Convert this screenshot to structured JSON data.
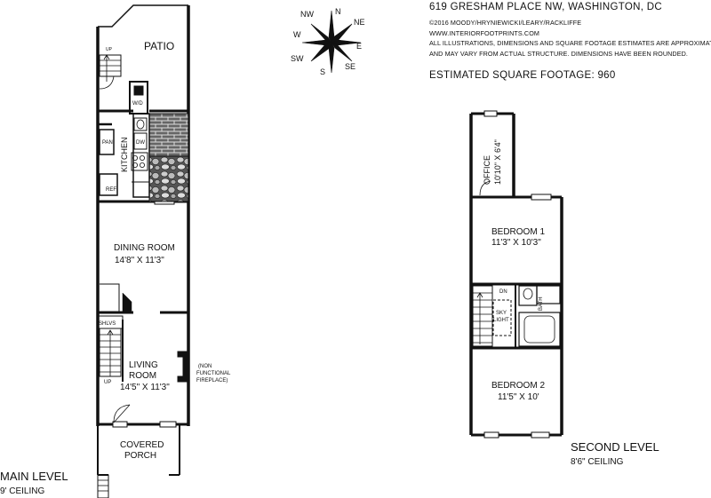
{
  "header": {
    "address": "619 GRESHAM PLACE NW, WASHINGTON, DC",
    "copyright": "©2016 MOODY/HRYNIEWICKI/LEARY/RACKLIFFE",
    "website": "WWW.INTERIORFOOTPRINTS.COM",
    "disclaimer_line1": "ALL ILLUSTRATIONS, DIMENSIONS AND SQUARE FOOTAGE ESTIMATES ARE APPROXIMATE",
    "disclaimer_line2": "AND MAY VARY FROM ACTUAL STRUCTURE. DIMENSIONS HAVE BEEN ROUNDED.",
    "sqft": "ESTIMATED SQUARE FOOTAGE: 960"
  },
  "compass": {
    "n": "N",
    "ne": "NE",
    "e": "E",
    "se": "SE",
    "s": "S",
    "sw": "SW",
    "w": "W",
    "nw": "NW"
  },
  "main_level": {
    "title": "MAIN LEVEL",
    "ceiling": "9' CEILING",
    "patio": "PATIO",
    "up_patio": "UP",
    "wd": "W/D",
    "pan": "PAN",
    "dw": "DW",
    "kitchen": "KITCHEN",
    "ref": "REF",
    "dining_name": "DINING ROOM",
    "dining_dim": "14'8\" X 11'3\"",
    "shlvs": "SHLVS",
    "up_stairs": "UP",
    "living_name": "LIVING",
    "living_name2": "ROOM",
    "living_dim": "14'5\" X 11'3\"",
    "fireplace_1": "(NON",
    "fireplace_2": "FUNCTIONAL",
    "fireplace_3": "FIREPLACE)",
    "porch_1": "COVERED",
    "porch_2": "PORCH"
  },
  "second_level": {
    "title": "SECOND LEVEL",
    "ceiling": "8'6\" CEILING",
    "office_name": "OFFICE",
    "office_dim": "10'10\" X 6'4\"",
    "bed1_name": "BEDROOM 1",
    "bed1_dim": "11'3\" X 10'3\"",
    "dn": "DN",
    "bath": "BATH",
    "sky_1": "SKY",
    "sky_2": "LIGHT",
    "bed2_name": "BEDROOM 2",
    "bed2_dim": "11'5\" X 10'"
  }
}
